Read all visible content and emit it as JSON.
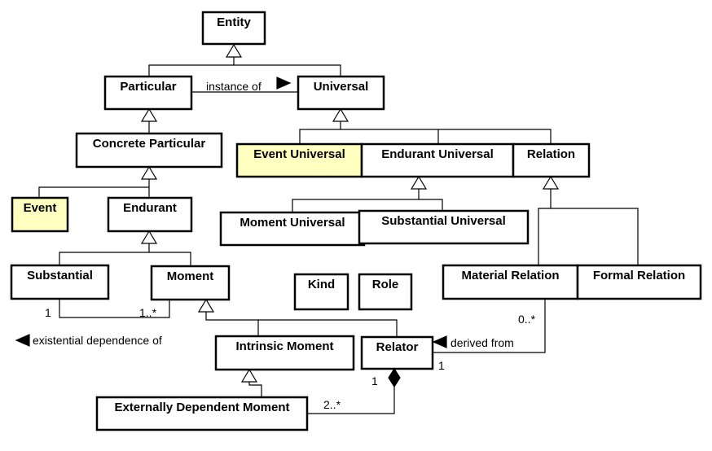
{
  "colors": {
    "default_fill": "#ffffff",
    "highlight_fill": "#ffffc0",
    "stroke": "#000000"
  },
  "classes": {
    "entity": {
      "label": "Entity",
      "highlight": false
    },
    "particular": {
      "label": "Particular",
      "highlight": false
    },
    "universal": {
      "label": "Universal",
      "highlight": false
    },
    "concrete_particular": {
      "label": "Concrete Particular",
      "highlight": false
    },
    "event_universal": {
      "label": "Event Universal",
      "highlight": true
    },
    "endurant_universal": {
      "label": "Endurant Universal",
      "highlight": false
    },
    "relation": {
      "label": "Relation",
      "highlight": false
    },
    "event": {
      "label": "Event",
      "highlight": true
    },
    "endurant": {
      "label": "Endurant",
      "highlight": false
    },
    "moment_universal": {
      "label": "Moment Universal",
      "highlight": false
    },
    "substantial_universal": {
      "label": "Substantial Universal",
      "highlight": false
    },
    "substantial": {
      "label": "Substantial",
      "highlight": false
    },
    "moment": {
      "label": "Moment",
      "highlight": false
    },
    "kind": {
      "label": "Kind",
      "highlight": false
    },
    "role": {
      "label": "Role",
      "highlight": false
    },
    "material_relation": {
      "label": "Material Relation",
      "highlight": false
    },
    "formal_relation": {
      "label": "Formal Relation",
      "highlight": false
    },
    "intrinsic_moment": {
      "label": "Intrinsic Moment",
      "highlight": false
    },
    "relator": {
      "label": "Relator",
      "highlight": false
    },
    "externally_dependent_moment": {
      "label": "Externally Dependent Moment",
      "highlight": false
    }
  },
  "associations": {
    "instance_of": "instance of",
    "existential_dependence": "existential dependence of",
    "derived_from": "derived from"
  },
  "multiplicities": {
    "substantial_end": "1",
    "moment_end": "1..*",
    "material_relation_end": "0..*",
    "relator_derived_end": "1",
    "relator_composition_end": "1",
    "edm_end": "2..*"
  }
}
